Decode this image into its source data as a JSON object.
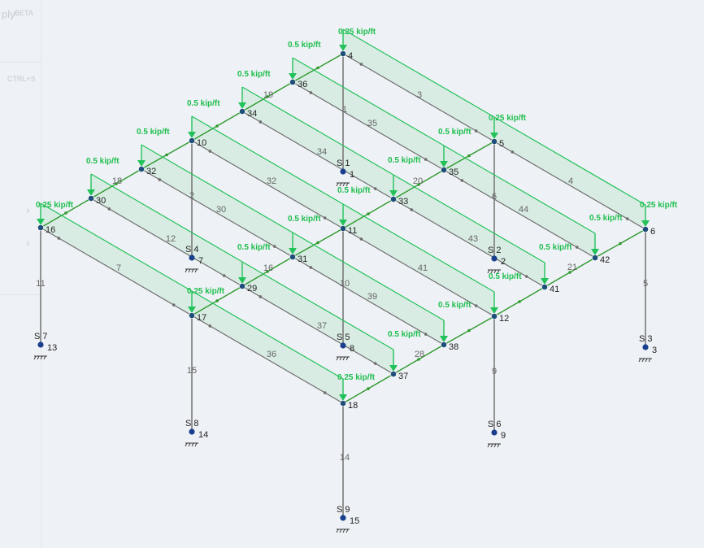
{
  "sidebar": {
    "title_fragment": "ply",
    "badge": "BETA",
    "shortcut": "CTRL+S"
  },
  "colors": {
    "background": "#eef1f5",
    "column_member": "#7a7a7a",
    "diagonal_member": "#6e6e6e",
    "green_member": "#2e9a2e",
    "load_line": "#22c25a",
    "load_fill": "#bfe6d0",
    "node": "#1f4e7a",
    "support_node": "#1a3f8f"
  },
  "nodes": [
    {
      "id": "4",
      "label": "4"
    },
    {
      "id": "36",
      "label": "36"
    },
    {
      "id": "34",
      "label": "34"
    },
    {
      "id": "10",
      "label": "10"
    },
    {
      "id": "32",
      "label": "32"
    },
    {
      "id": "30",
      "label": "30"
    },
    {
      "id": "16",
      "label": "16"
    },
    {
      "id": "5",
      "label": "5"
    },
    {
      "id": "35",
      "label": "35"
    },
    {
      "id": "33",
      "label": "33"
    },
    {
      "id": "11",
      "label": "11"
    },
    {
      "id": "31",
      "label": "31"
    },
    {
      "id": "29",
      "label": "29"
    },
    {
      "id": "17",
      "label": "17"
    },
    {
      "id": "6",
      "label": "6"
    },
    {
      "id": "42",
      "label": "42"
    },
    {
      "id": "41",
      "label": "41"
    },
    {
      "id": "12",
      "label": "12"
    },
    {
      "id": "38",
      "label": "38"
    },
    {
      "id": "37",
      "label": "37"
    },
    {
      "id": "18",
      "label": "18"
    }
  ],
  "supports": [
    {
      "id": "1",
      "label": "S 1",
      "node_label": "1"
    },
    {
      "id": "7",
      "label": "S 4",
      "node_label": "7"
    },
    {
      "id": "2",
      "label": "S 2",
      "node_label": "2"
    },
    {
      "id": "13",
      "label": "S 7",
      "node_label": "13"
    },
    {
      "id": "8",
      "label": "S 5",
      "node_label": "8"
    },
    {
      "id": "3",
      "label": "S 3",
      "node_label": "3"
    },
    {
      "id": "14",
      "label": "S 8",
      "node_label": "14"
    },
    {
      "id": "9",
      "label": "S 6",
      "node_label": "9"
    },
    {
      "id": "15",
      "label": "S 9",
      "node_label": "15"
    }
  ],
  "members": [
    {
      "id": "1",
      "label": "1",
      "kind": "column",
      "from": "4",
      "to": "1"
    },
    {
      "id": "2",
      "label": "2",
      "kind": "column",
      "from": "10",
      "to": "7"
    },
    {
      "id": "6",
      "label": "6",
      "kind": "column",
      "from": "5",
      "to": "2"
    },
    {
      "id": "10",
      "label": "10",
      "kind": "column",
      "from": "11",
      "to": "8"
    },
    {
      "id": "11",
      "label": "11",
      "kind": "column",
      "from": "16",
      "to": "13"
    },
    {
      "id": "5",
      "label": "5",
      "kind": "column",
      "from": "6",
      "to": "3"
    },
    {
      "id": "15",
      "label": "15",
      "kind": "column",
      "from": "17",
      "to": "14"
    },
    {
      "id": "9",
      "label": "9",
      "kind": "column",
      "from": "12",
      "to": "9"
    },
    {
      "id": "14",
      "label": "14",
      "kind": "column",
      "from": "18",
      "to": "15"
    },
    {
      "id": "3",
      "label": "3",
      "kind": "diagonal",
      "from": "4",
      "to": "5"
    },
    {
      "id": "35",
      "label": "35",
      "kind": "diagonal",
      "from": "36",
      "to": "35"
    },
    {
      "id": "34",
      "label": "34",
      "kind": "diagonal",
      "from": "34",
      "to": "33"
    },
    {
      "id": "32",
      "label": "32",
      "kind": "diagonal",
      "from": "10",
      "to": "11"
    },
    {
      "id": "30",
      "label": "30",
      "kind": "diagonal",
      "from": "32",
      "to": "31"
    },
    {
      "id": "12",
      "label": "12",
      "kind": "diagonal",
      "from": "30",
      "to": "29"
    },
    {
      "id": "7",
      "label": "7",
      "kind": "diagonal",
      "from": "16",
      "to": "17"
    },
    {
      "id": "4",
      "label": "4",
      "kind": "diagonal",
      "from": "5",
      "to": "6"
    },
    {
      "id": "44",
      "label": "44",
      "kind": "diagonal",
      "from": "35",
      "to": "42"
    },
    {
      "id": "43",
      "label": "43",
      "kind": "diagonal",
      "from": "33",
      "to": "41"
    },
    {
      "id": "41",
      "label": "41",
      "kind": "diagonal",
      "from": "11",
      "to": "12"
    },
    {
      "id": "39",
      "label": "39",
      "kind": "diagonal",
      "from": "31",
      "to": "38"
    },
    {
      "id": "37",
      "label": "37",
      "kind": "diagonal",
      "from": "29",
      "to": "37"
    },
    {
      "id": "36",
      "label": "36",
      "kind": "diagonal",
      "from": "17",
      "to": "18"
    },
    {
      "id": "19",
      "label": "19",
      "kind": "green",
      "from": "4",
      "to": "16"
    },
    {
      "id": "18",
      "label": "18",
      "kind": "green",
      "from": "4",
      "to": "16"
    },
    {
      "id": "20",
      "label": "20",
      "kind": "green",
      "from": "5",
      "to": "17"
    },
    {
      "id": "16",
      "label": "16",
      "kind": "green",
      "from": "5",
      "to": "17"
    },
    {
      "id": "21",
      "label": "21",
      "kind": "green",
      "from": "6",
      "to": "18"
    },
    {
      "id": "28",
      "label": "28",
      "kind": "green",
      "from": "6",
      "to": "18"
    }
  ],
  "loads": [
    {
      "label": "0.25 kip/ft"
    },
    {
      "label": "0.5 kip/ft"
    },
    {
      "label": "0.5 kip/ft"
    },
    {
      "label": "0.5 kip/ft"
    },
    {
      "label": "0.5 kip/ft"
    },
    {
      "label": "0.5 kip/ft"
    },
    {
      "label": "0.25 kip/ft"
    },
    {
      "label": "0.25 kip/ft"
    },
    {
      "label": "0.5 kip/ft"
    },
    {
      "label": "0.5 kip/ft"
    },
    {
      "label": "0.5 kip/ft"
    },
    {
      "label": "0.5 kip/ft"
    },
    {
      "label": "0.5 kip/ft"
    },
    {
      "label": "0.25 kip/ft"
    },
    {
      "label": "0.25 kip/ft"
    },
    {
      "label": "0.5 kip/ft"
    },
    {
      "label": "0.5 kip/ft"
    },
    {
      "label": "0.5 kip/ft"
    },
    {
      "label": "0.5 kip/ft"
    },
    {
      "label": "0.5 kip/ft"
    },
    {
      "label": "0.25 kip/ft"
    }
  ]
}
